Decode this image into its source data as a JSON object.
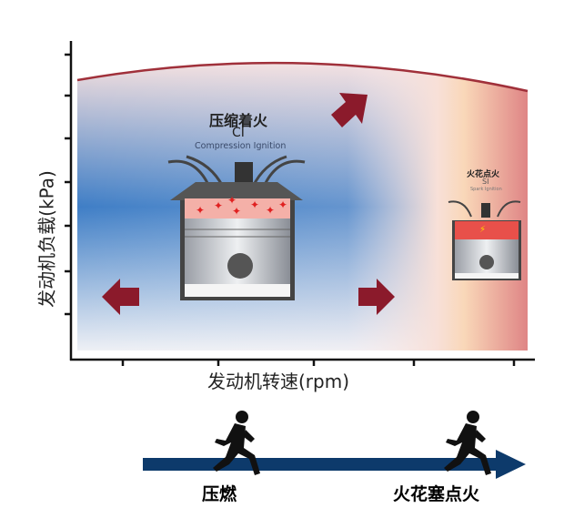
{
  "y_axis_label": "发动机负载(kPa)",
  "x_axis_label": "发动机转速(rpm)",
  "ci": {
    "title": "压缩着火",
    "abbr": "CI",
    "subtitle": "Compression Ignition"
  },
  "si": {
    "title": "火花点火",
    "abbr": "SI",
    "subtitle": "Spark Ignition"
  },
  "bottom": {
    "left_label": "压燃",
    "right_label": "火花塞点火"
  },
  "colors": {
    "arrow": "#8b1a2b",
    "timeline": "#0d3a6b",
    "curve": "#a0303a"
  }
}
